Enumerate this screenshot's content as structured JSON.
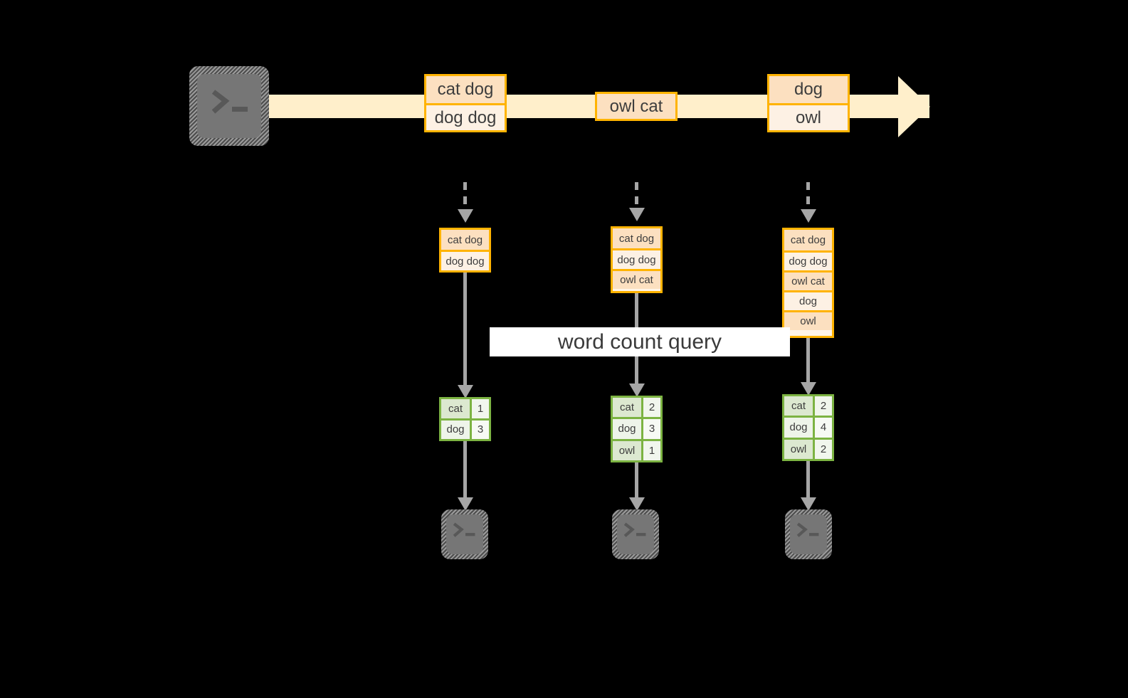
{
  "colors": {
    "background": "#000000",
    "stream": "#FFEFCB",
    "record_border": "#FFB300",
    "record_fill_dark": "#FCE0C0",
    "record_fill_light": "#FDF1E4",
    "result_border": "#7CB342",
    "result_fill_key": "#DCE8D0",
    "result_fill_val": "#F1F6ED",
    "arrow": "#A6A6A6",
    "terminal_face": "#767676",
    "label_bg": "#FFFFFF"
  },
  "stream": {
    "source_icon": "terminal-icon",
    "records": [
      {
        "lines": [
          "cat dog",
          "dog dog"
        ]
      },
      {
        "lines": [
          "owl cat"
        ]
      },
      {
        "lines": [
          "dog",
          "owl"
        ]
      }
    ]
  },
  "query_label": "word count query",
  "snapshots": [
    {
      "accumulated": [
        "cat dog",
        "dog dog"
      ],
      "result": {
        "rows": [
          {
            "word": "cat",
            "count": "1"
          },
          {
            "word": "dog",
            "count": "3"
          }
        ]
      },
      "sink_icon": "terminal-icon"
    },
    {
      "accumulated": [
        "cat dog",
        "dog dog",
        "owl cat"
      ],
      "result": {
        "rows": [
          {
            "word": "cat",
            "count": "2"
          },
          {
            "word": "dog",
            "count": "3"
          },
          {
            "word": "owl",
            "count": "1"
          }
        ]
      },
      "sink_icon": "terminal-icon"
    },
    {
      "accumulated": [
        "cat dog",
        "dog dog",
        "owl cat",
        "dog",
        "owl"
      ],
      "result": {
        "rows": [
          {
            "word": "cat",
            "count": "2"
          },
          {
            "word": "dog",
            "count": "4"
          },
          {
            "word": "owl",
            "count": "2"
          }
        ]
      },
      "sink_icon": "terminal-icon"
    }
  ]
}
